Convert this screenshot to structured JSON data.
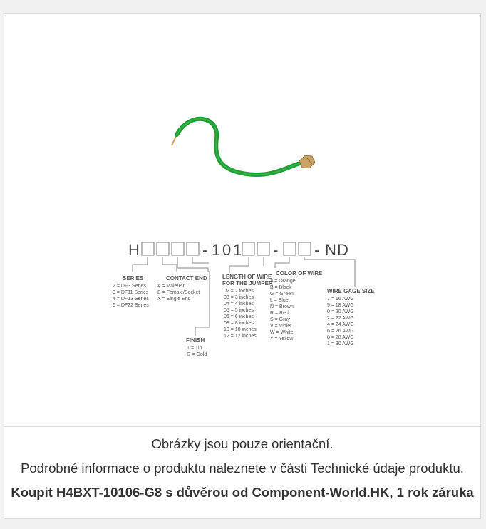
{
  "product_image": {
    "part_code": [
      "H",
      "-",
      "1",
      "0",
      "1",
      "-",
      "-",
      "N",
      "D"
    ],
    "groups": {
      "series": {
        "title": "SERIES",
        "lines": [
          "2 = DF3 Series",
          "3 = DF11 Series",
          "4 = DF13 Series",
          "6 = DF22 Series"
        ]
      },
      "contact_end": {
        "title": "CONTACT END",
        "lines": [
          "A = Male/Pin",
          "B = Female/Socket",
          "X = Single End"
        ]
      },
      "finish": {
        "title": "FINISH",
        "lines": [
          "T = Tin",
          "G = Gold"
        ]
      },
      "length": {
        "title": [
          "LENGTH OF WIRE",
          "FOR THE JUMPER"
        ],
        "lines": [
          "02 = 2 inches",
          "03 = 3 inches",
          "04 = 4 inches",
          "05 = 5 inches",
          "06 = 6 inches",
          "08 = 8 inches",
          "10 = 10 inches",
          "12 = 12 inches"
        ]
      },
      "color": {
        "title": "COLOR OF WIRE",
        "lines": [
          "A = Orange",
          "B = Black",
          "G = Green",
          "L = Blue",
          "N = Brown",
          "R = Red",
          "S = Gray",
          "V = Violet",
          "W = White",
          "Y = Yellow"
        ]
      },
      "gage": {
        "title": "WIRE GAGE SIZE",
        "lines": [
          "7 = 16 AWG",
          "9 = 18 AWG",
          "0 = 20 AWG",
          "2 = 22 AWG",
          "4 = 24 AWG",
          "6 = 26 AWG",
          "8 = 28 AWG",
          "1 = 30 AWG"
        ]
      }
    }
  },
  "caption": {
    "line1": "Obrázky jsou pouze orientační.",
    "line2": "Podrobné informace o produktu naleznete v části Technické údaje produktu.",
    "line3": "Koupit H4BXT-10106-G8 s důvěrou od Component-World.HK, 1 rok záruka"
  },
  "colors": {
    "wire_green": "#1e9e33",
    "text": "#333333",
    "diagram_text": "#555555"
  }
}
